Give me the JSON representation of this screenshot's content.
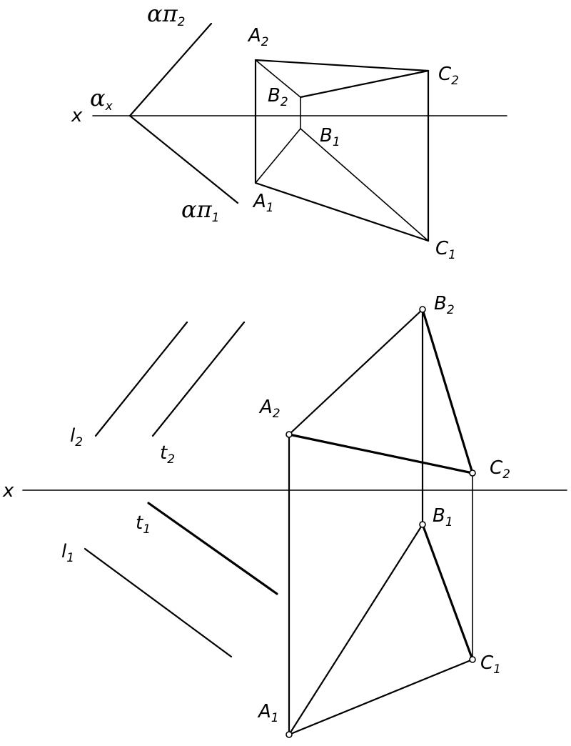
{
  "top": {
    "axis_label": "x",
    "alpha_x": {
      "main": "α",
      "sub": "x"
    },
    "alpha_pi2": {
      "main": "απ",
      "sub": "2"
    },
    "alpha_pi1": {
      "main": "απ",
      "sub": "1"
    },
    "A2": {
      "main": "A",
      "sub": "2"
    },
    "B2": {
      "main": "B",
      "sub": "2"
    },
    "C2": {
      "main": "C",
      "sub": "2"
    },
    "A1": {
      "main": "A",
      "sub": "1"
    },
    "B1": {
      "main": "B",
      "sub": "1"
    },
    "C1": {
      "main": "C",
      "sub": "1"
    }
  },
  "bottom": {
    "axis_label": "x",
    "l2": {
      "main": "l",
      "sub": "2"
    },
    "t2": {
      "main": "t",
      "sub": "2"
    },
    "t1": {
      "main": "t",
      "sub": "1"
    },
    "l1": {
      "main": "l",
      "sub": "1"
    },
    "A2": {
      "main": "A",
      "sub": "2"
    },
    "B2": {
      "main": "B",
      "sub": "2"
    },
    "C2": {
      "main": "C",
      "sub": "2"
    },
    "A1": {
      "main": "A",
      "sub": "1"
    },
    "B1": {
      "main": "B",
      "sub": "1"
    },
    "C1": {
      "main": "C",
      "sub": "1"
    }
  }
}
